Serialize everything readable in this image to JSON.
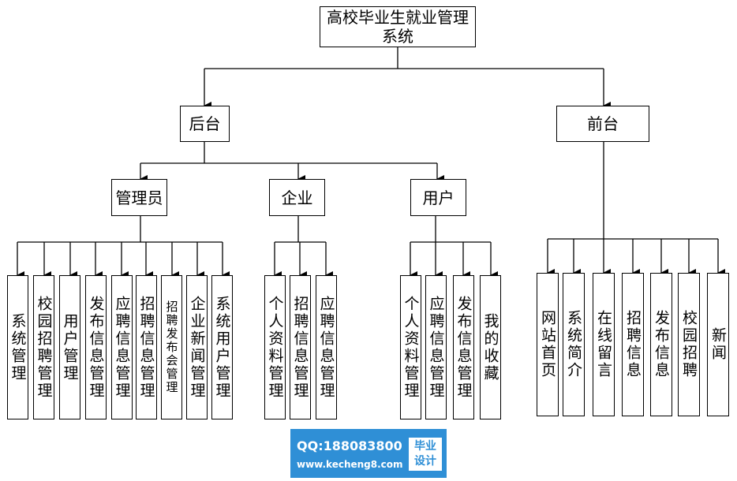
{
  "diagram": {
    "root": {
      "line1": "高校毕业生就业管理",
      "line2": "系统"
    },
    "backend": "后台",
    "frontend": "前台",
    "admin": "管理员",
    "company": "企业",
    "user": "用户",
    "admin_items": [
      "系统管理",
      "校园招聘管理",
      "用户管理",
      "发布信息管理",
      "应聘信息管理",
      "招聘信息管理",
      "招聘发布会管理",
      "企业新闻管理",
      "系统用户管理"
    ],
    "company_items": [
      "个人资料管理",
      "招聘信息管理",
      "应聘信息管理"
    ],
    "user_items": [
      "个人资料管理",
      "应聘信息管理",
      "发布信息管理",
      "我的收藏"
    ],
    "frontend_items": [
      "网站首页",
      "系统简介",
      "在线留言",
      "招聘信息",
      "发布信息",
      "校园招聘",
      "新闻"
    ]
  },
  "watermark": {
    "qq": "QQ:188083800",
    "url": "www.kecheng8.com",
    "badge_line1": "毕业",
    "badge_line2": "设计"
  },
  "colors": {
    "watermark_bg": "#2f8fd6"
  }
}
